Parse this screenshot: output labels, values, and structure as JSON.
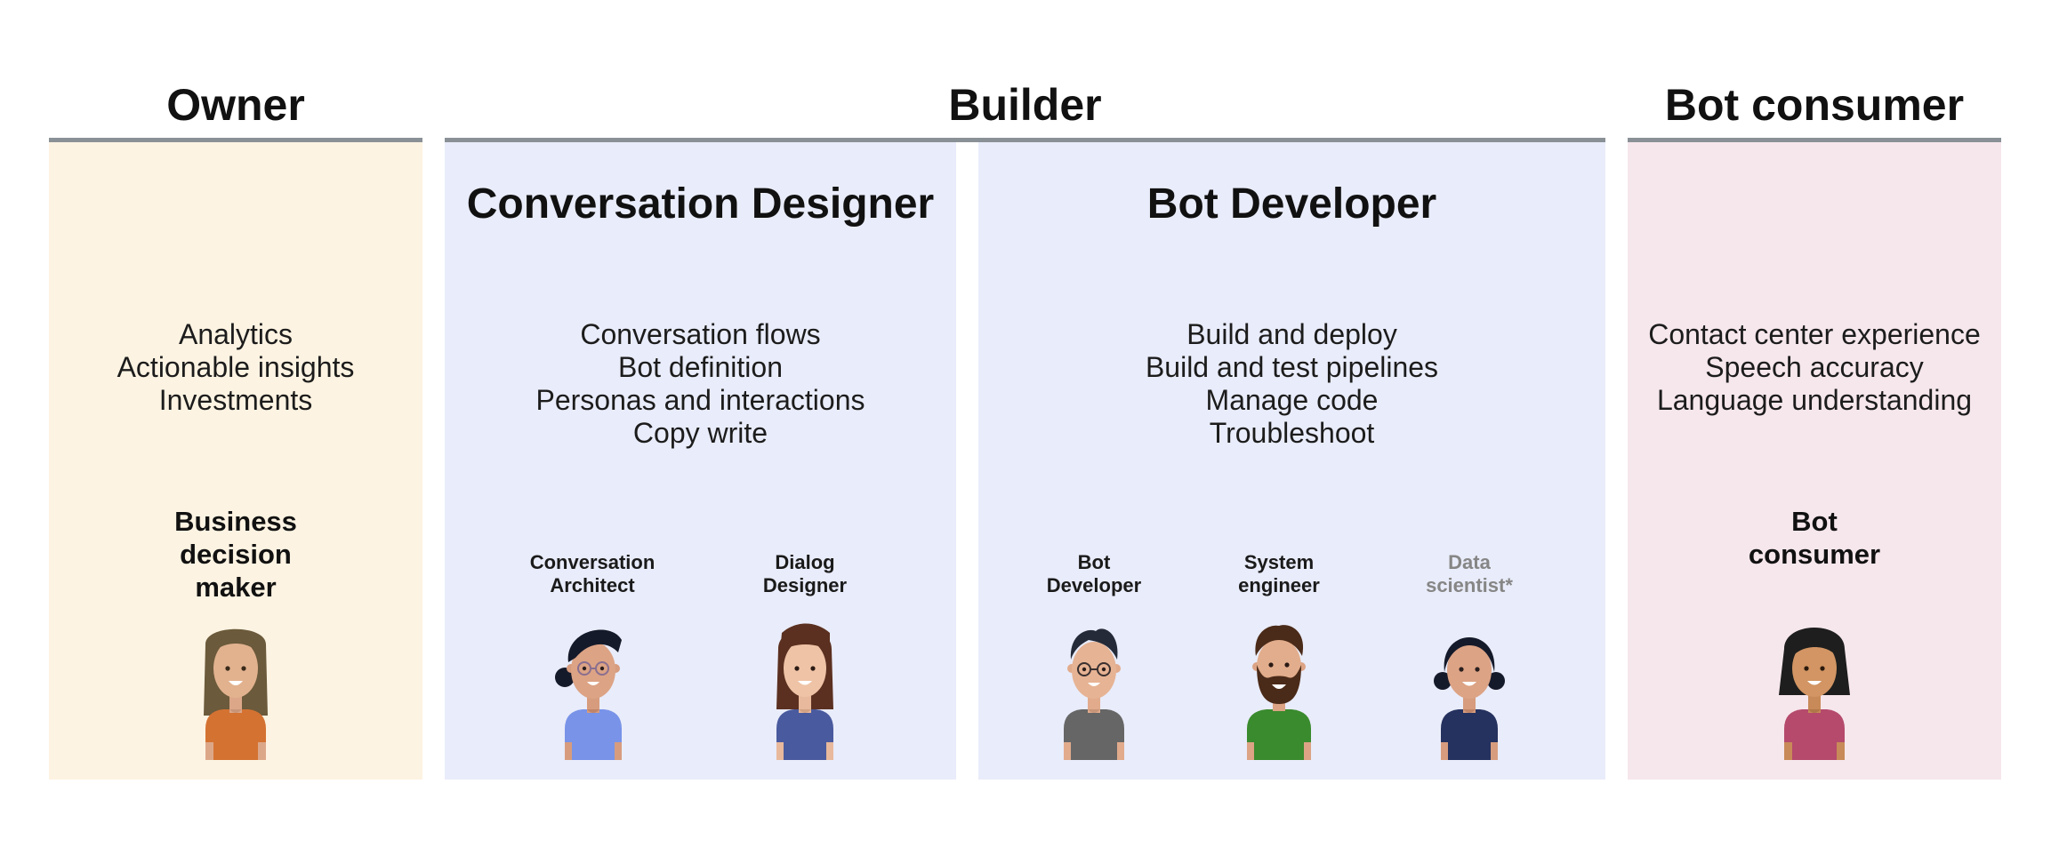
{
  "groups": {
    "owner": "Owner",
    "builder": "Builder",
    "consumer": "Bot consumer"
  },
  "panels": {
    "owner": {
      "duties": [
        "Analytics",
        "Actionable insights",
        "Investments"
      ],
      "role": [
        "Business",
        "decision",
        "maker"
      ]
    },
    "conversation_designer": {
      "title": "Conversation Designer",
      "duties": [
        "Conversation flows",
        "Bot definition",
        "Personas and interactions",
        "Copy write"
      ],
      "roles": [
        {
          "lines": [
            "Conversation",
            "Architect"
          ]
        },
        {
          "lines": [
            "Dialog",
            "Designer"
          ]
        }
      ]
    },
    "bot_developer": {
      "title": "Bot Developer",
      "duties": [
        "Build and deploy",
        "Build and test pipelines",
        "Manage code",
        "Troubleshoot"
      ],
      "roles": [
        {
          "lines": [
            "Bot",
            "Developer"
          ]
        },
        {
          "lines": [
            "System",
            "engineer"
          ]
        },
        {
          "lines": [
            "Data",
            "scientist*"
          ]
        }
      ]
    },
    "consumer": {
      "duties": [
        "Contact center experience",
        "Speech accuracy",
        "Language understanding"
      ],
      "role": [
        "Bot",
        "consumer"
      ]
    }
  },
  "colors": {
    "owner_bg": "#fdf3e2",
    "builder_bg": "#e9ecfa",
    "consumer_bg": "#f6e7ec",
    "rule": "#8a9196",
    "muted_text": "#868686"
  },
  "avatars": [
    "business-decision-maker-avatar",
    "conversation-architect-avatar",
    "dialog-designer-avatar",
    "bot-developer-avatar",
    "system-engineer-avatar",
    "data-scientist-avatar",
    "bot-consumer-avatar"
  ]
}
